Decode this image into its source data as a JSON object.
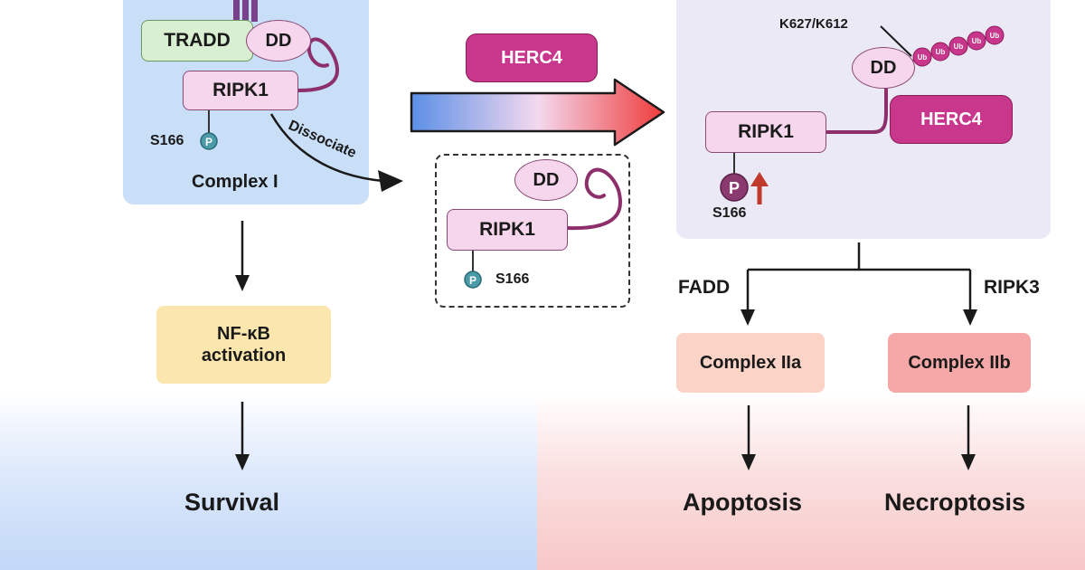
{
  "complex_i": {
    "tradd": "TRADD",
    "dd": "DD",
    "ripk1": "RIPK1",
    "phospho_site": "S166",
    "p_marker": "P",
    "name": "Complex I"
  },
  "dissociate_label": "Dissociate",
  "herc4_label": "HERC4",
  "dissociated": {
    "dd": "DD",
    "ripk1": "RIPK1",
    "phospho_site": "S166",
    "p_marker": "P"
  },
  "herc4_complex": {
    "ub_site": "K627/K612",
    "ub_label": "Ub",
    "dd": "DD",
    "ripk1": "RIPK1",
    "herc4": "HERC4",
    "p_marker": "P",
    "phospho_site": "S166"
  },
  "pathway": {
    "fadd": "FADD",
    "ripk3": "RIPK3",
    "complex_iia": "Complex IIa",
    "complex_iib": "Complex IIb",
    "nfkb_line1": "NF-κB",
    "nfkb_line2": "activation"
  },
  "outcomes": {
    "survival": "Survival",
    "apoptosis": "Apoptosis",
    "necroptosis": "Necroptosis"
  },
  "colors": {
    "complex_i_bg": "#c9def7",
    "herc4": "#c8378b",
    "ripk1": "#f6d6ec",
    "tradd": "#d9efd1",
    "nfkb": "#fbe6ad",
    "complex_iia": "#fbd4c7",
    "complex_iib": "#f6a8a8",
    "linker": "#8c2f6b",
    "p_small": "#4a9aa8",
    "p_large": "#8a3a6e",
    "up_arrow": "#c0392b"
  }
}
